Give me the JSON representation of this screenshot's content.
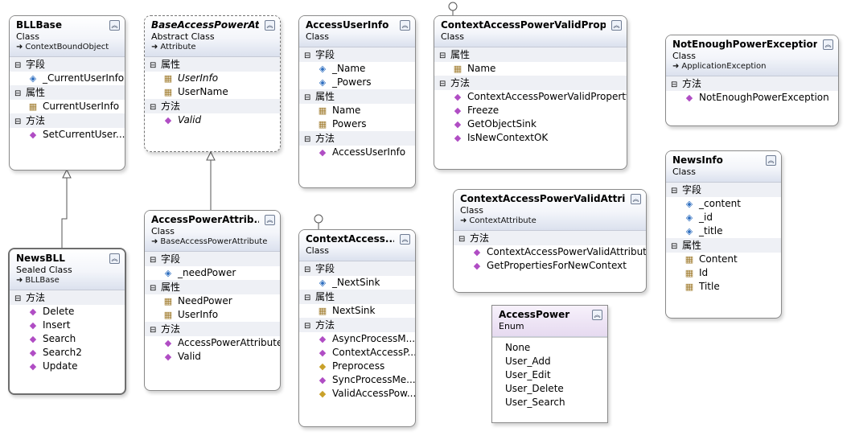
{
  "classes": [
    {
      "id": "bllbase",
      "title": "BLLBase",
      "kind": "Class",
      "base": "ContextBoundObject",
      "sections": [
        {
          "title": "字段",
          "members": [
            {
              "icon": "field",
              "name": "_CurrentUserInfo"
            }
          ]
        },
        {
          "title": "属性",
          "members": [
            {
              "icon": "prop",
              "name": "CurrentUserInfo"
            }
          ]
        },
        {
          "title": "方法",
          "members": [
            {
              "icon": "meth",
              "name": "SetCurrentUser..."
            }
          ]
        }
      ]
    },
    {
      "id": "baseaccess",
      "title": "BaseAccessPowerAttr...",
      "kind": "Abstract Class",
      "base": "Attribute",
      "sections": [
        {
          "title": "属性",
          "members": [
            {
              "icon": "prop",
              "name": "UserInfo",
              "italic": true
            },
            {
              "icon": "prop",
              "name": "UserName"
            }
          ]
        },
        {
          "title": "方法",
          "members": [
            {
              "icon": "meth",
              "name": "Valid",
              "italic": true
            }
          ]
        }
      ]
    },
    {
      "id": "accessuserinfo",
      "title": "AccessUserInfo",
      "kind": "Class",
      "base": "",
      "sections": [
        {
          "title": "字段",
          "members": [
            {
              "icon": "field",
              "name": "_Name"
            },
            {
              "icon": "field",
              "name": "_Powers"
            }
          ]
        },
        {
          "title": "属性",
          "members": [
            {
              "icon": "prop",
              "name": "Name"
            },
            {
              "icon": "prop",
              "name": "Powers"
            }
          ]
        },
        {
          "title": "方法",
          "members": [
            {
              "icon": "meth",
              "name": "AccessUserInfo"
            }
          ]
        }
      ]
    },
    {
      "id": "ctxprop",
      "title": "ContextAccessPowerValidProp...",
      "kind": "Class",
      "base": "",
      "sections": [
        {
          "title": "属性",
          "members": [
            {
              "icon": "prop",
              "name": "Name"
            }
          ]
        },
        {
          "title": "方法",
          "members": [
            {
              "icon": "meth",
              "name": "ContextAccessPowerValidProperty"
            },
            {
              "icon": "meth",
              "name": "Freeze"
            },
            {
              "icon": "meth",
              "name": "GetObjectSink"
            },
            {
              "icon": "meth",
              "name": "IsNewContextOK"
            }
          ]
        }
      ]
    },
    {
      "id": "notenough",
      "title": "NotEnoughPowerException",
      "kind": "Class",
      "base": "ApplicationException",
      "sections": [
        {
          "title": "方法",
          "members": [
            {
              "icon": "meth",
              "name": "NotEnoughPowerException"
            }
          ]
        }
      ]
    },
    {
      "id": "newsinfo",
      "title": "NewsInfo",
      "kind": "Class",
      "base": "",
      "sections": [
        {
          "title": "字段",
          "members": [
            {
              "icon": "field",
              "name": "_content"
            },
            {
              "icon": "field",
              "name": "_id"
            },
            {
              "icon": "field",
              "name": "_title"
            }
          ]
        },
        {
          "title": "属性",
          "members": [
            {
              "icon": "prop",
              "name": "Content"
            },
            {
              "icon": "prop",
              "name": "Id"
            },
            {
              "icon": "prop",
              "name": "Title"
            }
          ]
        }
      ]
    },
    {
      "id": "ctxattr",
      "title": "ContextAccessPowerValidAttri...",
      "kind": "Class",
      "base": "ContextAttribute",
      "sections": [
        {
          "title": "方法",
          "members": [
            {
              "icon": "meth",
              "name": "ContextAccessPowerValidAttribute"
            },
            {
              "icon": "meth",
              "name": "GetPropertiesForNewContext"
            }
          ]
        }
      ]
    },
    {
      "id": "accesspowerattr",
      "title": "AccessPowerAttrib...",
      "kind": "Class",
      "base": "BaseAccessPowerAttribute",
      "sections": [
        {
          "title": "字段",
          "members": [
            {
              "icon": "field",
              "name": "_needPower"
            }
          ]
        },
        {
          "title": "属性",
          "members": [
            {
              "icon": "prop",
              "name": "NeedPower"
            },
            {
              "icon": "prop",
              "name": "UserInfo"
            }
          ]
        },
        {
          "title": "方法",
          "members": [
            {
              "icon": "meth",
              "name": "AccessPowerAttribute"
            },
            {
              "icon": "meth",
              "name": "Valid"
            }
          ]
        }
      ]
    },
    {
      "id": "ctxaccess",
      "title": "ContextAccess...",
      "kind": "Class",
      "base": "",
      "sections": [
        {
          "title": "字段",
          "members": [
            {
              "icon": "field",
              "name": "_NextSink"
            }
          ]
        },
        {
          "title": "属性",
          "members": [
            {
              "icon": "prop",
              "name": "NextSink"
            }
          ]
        },
        {
          "title": "方法",
          "members": [
            {
              "icon": "meth",
              "name": "AsyncProcessM..."
            },
            {
              "icon": "meth",
              "name": "ContextAccessP..."
            },
            {
              "icon": "prot",
              "name": "Preprocess"
            },
            {
              "icon": "meth",
              "name": "SyncProcessMe..."
            },
            {
              "icon": "prot",
              "name": "ValidAccessPow..."
            }
          ]
        }
      ]
    },
    {
      "id": "newsbll",
      "title": "NewsBLL",
      "kind": "Sealed Class",
      "base": "BLLBase",
      "sections": [
        {
          "title": "方法",
          "members": [
            {
              "icon": "meth",
              "name": "Delete"
            },
            {
              "icon": "meth",
              "name": "Insert"
            },
            {
              "icon": "meth",
              "name": "Search"
            },
            {
              "icon": "meth",
              "name": "Search2"
            },
            {
              "icon": "meth",
              "name": "Update"
            }
          ]
        }
      ]
    }
  ],
  "enum": {
    "title": "AccessPower",
    "kind": "Enum",
    "values": [
      "None",
      "User_Add",
      "User_Edit",
      "User_Delete",
      "User_Search"
    ]
  },
  "icons": {
    "field": "field-icon",
    "prop": "property-icon",
    "meth": "method-icon",
    "prot": "protected-method-icon",
    "collapse": "collapse-chevron-icon",
    "inherit": "inheritance-arrow-icon"
  },
  "colors": {
    "field": "#2f6fc0",
    "prop": "#a07c2e",
    "meth": "#b04dc4",
    "prot": "#c9a12a",
    "header": "#dbe1ee"
  }
}
